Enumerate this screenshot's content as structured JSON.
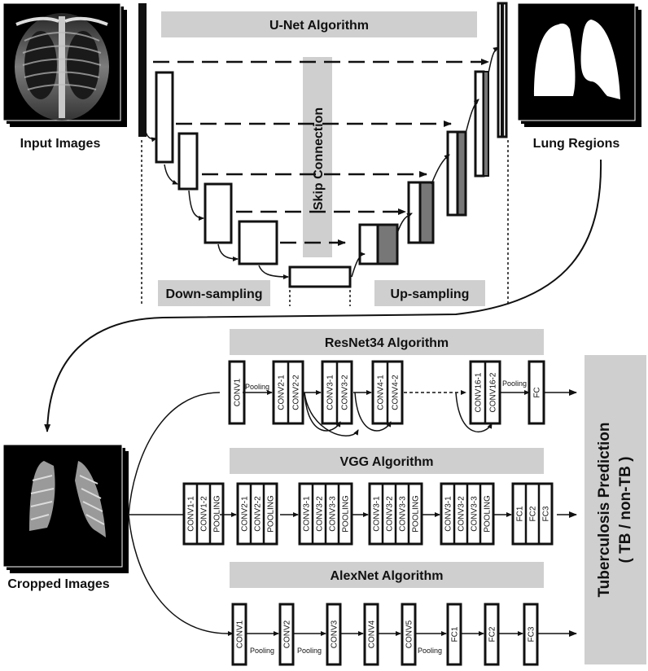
{
  "unet": {
    "title": "U-Net Algorithm",
    "skip_label": "Skip Connection",
    "down_label": "Down-sampling",
    "up_label": "Up-sampling"
  },
  "labels": {
    "input": "Input Images",
    "lung": "Lung Regions",
    "cropped": "Cropped Images"
  },
  "prediction": {
    "line1": "Tuberculosis Prediction",
    "line2": "( TB / non-TB )"
  },
  "resnet": {
    "title": "ResNet34 Algorithm",
    "pooling": "Pooling",
    "layers": [
      "CONV1",
      "CONV2-1",
      "CONV2-2",
      "CONV3-1",
      "CONV3-2",
      "CONV4-1",
      "CONV4-2",
      "CONV16-1",
      "CONV16-2",
      "FC"
    ]
  },
  "vgg": {
    "title": "VGG Algorithm",
    "layers": [
      "CONV1-1",
      "CONV1-2",
      "POOLING",
      "CONV2-1",
      "CONV2-2",
      "POOLING",
      "CONV3-1",
      "CONV3-2",
      "CONV3-3",
      "POOLING",
      "CONV3-1",
      "CONV3-2",
      "CONV3-3",
      "POOLING",
      "CONV3-1",
      "CONV3-2",
      "CONV3-3",
      "POOLING",
      "FC1",
      "FC2",
      "FC3"
    ]
  },
  "alexnet": {
    "title": "AlexNet Algorithm",
    "pooling": "Pooling",
    "layers": [
      "CONV1",
      "CONV2",
      "CONV3",
      "CONV4",
      "CONV5",
      "FC1",
      "FC2",
      "FC3"
    ]
  },
  "colors": {
    "banner": "#cfcfcf",
    "dark": "#111111",
    "decoder_fill": "#777777"
  }
}
